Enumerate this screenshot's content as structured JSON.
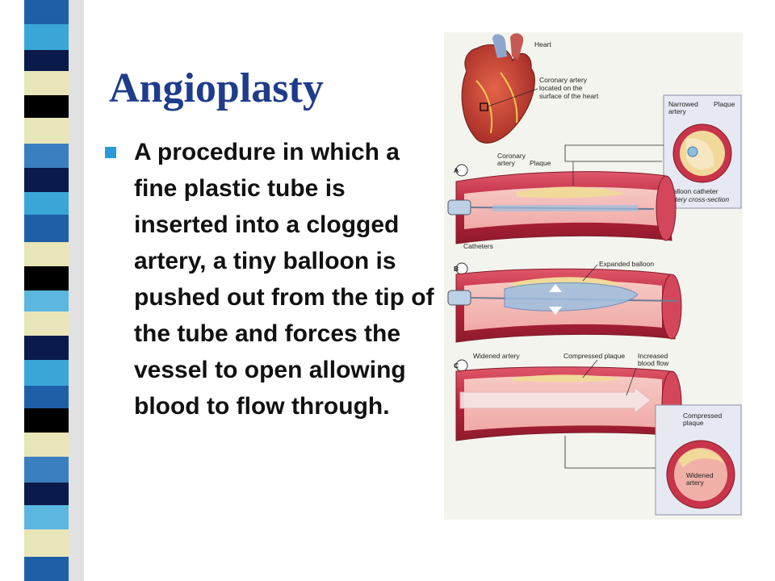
{
  "slide": {
    "title": "Angioplasty",
    "bullet": "A procedure in which a fine plastic tube is inserted into a clogged artery, a tiny balloon is pushed out from the tip of the tube and forces the vessel to open allowing blood to flow through."
  },
  "illustration": {
    "label_heart": "Heart",
    "label_coronary_surface_1": "Coronary artery",
    "label_coronary_surface_2": "located on the",
    "label_coronary_surface_3": "surface of the heart",
    "label_narrowed_1": "Narrowed",
    "label_narrowed_2": "artery",
    "label_plaque_top": "Plaque",
    "label_coronary_1": "Coronary",
    "label_coronary_2": "artery",
    "label_plaque_a": "Plaque",
    "label_balloon_catheter": "Balloon catheter",
    "label_cross_section": "Artery cross-section",
    "label_catheters": "Catheters",
    "label_expanded_balloon": "Expanded balloon",
    "label_widened_artery": "Widened artery",
    "label_compressed_plaque": "Compressed plaque",
    "label_increased_1": "Increased",
    "label_increased_2": "blood flow",
    "label_compressed_1": "Compressed",
    "label_compressed_2": "plaque",
    "label_widened_1": "Widened",
    "label_widened_2": "artery",
    "step_a": "A",
    "step_b": "B",
    "step_c": "C"
  },
  "colors": {
    "title": "#1f3c8c",
    "bullet_marker": "#2a9bd6",
    "artery": "#c8344a",
    "plaque": "#f1d99a",
    "panel": "#e6e9f2"
  }
}
